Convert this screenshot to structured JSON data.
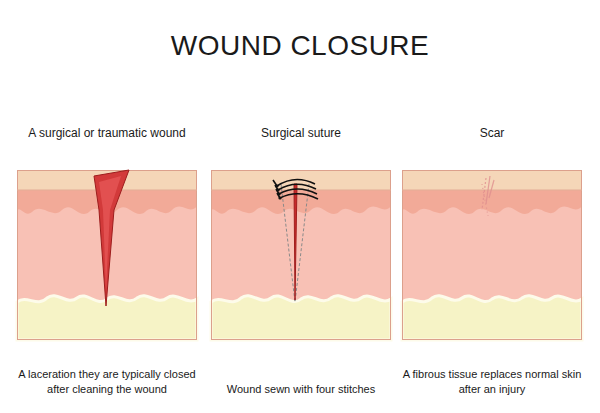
{
  "diagram": {
    "title": "WOUND CLOSURE",
    "nodes": [
      {
        "text": [
          "A surgical or traumatic wound",
          "A laceration they are typically closed after cleaning the wound"
        ]
      },
      {
        "text": [
          "Surgical suture",
          "Wound sewn with four stitches"
        ]
      },
      {
        "text": [
          "Scar",
          "A fibrous tissue replaces normal skin after an injury"
        ]
      }
    ]
  }
}
